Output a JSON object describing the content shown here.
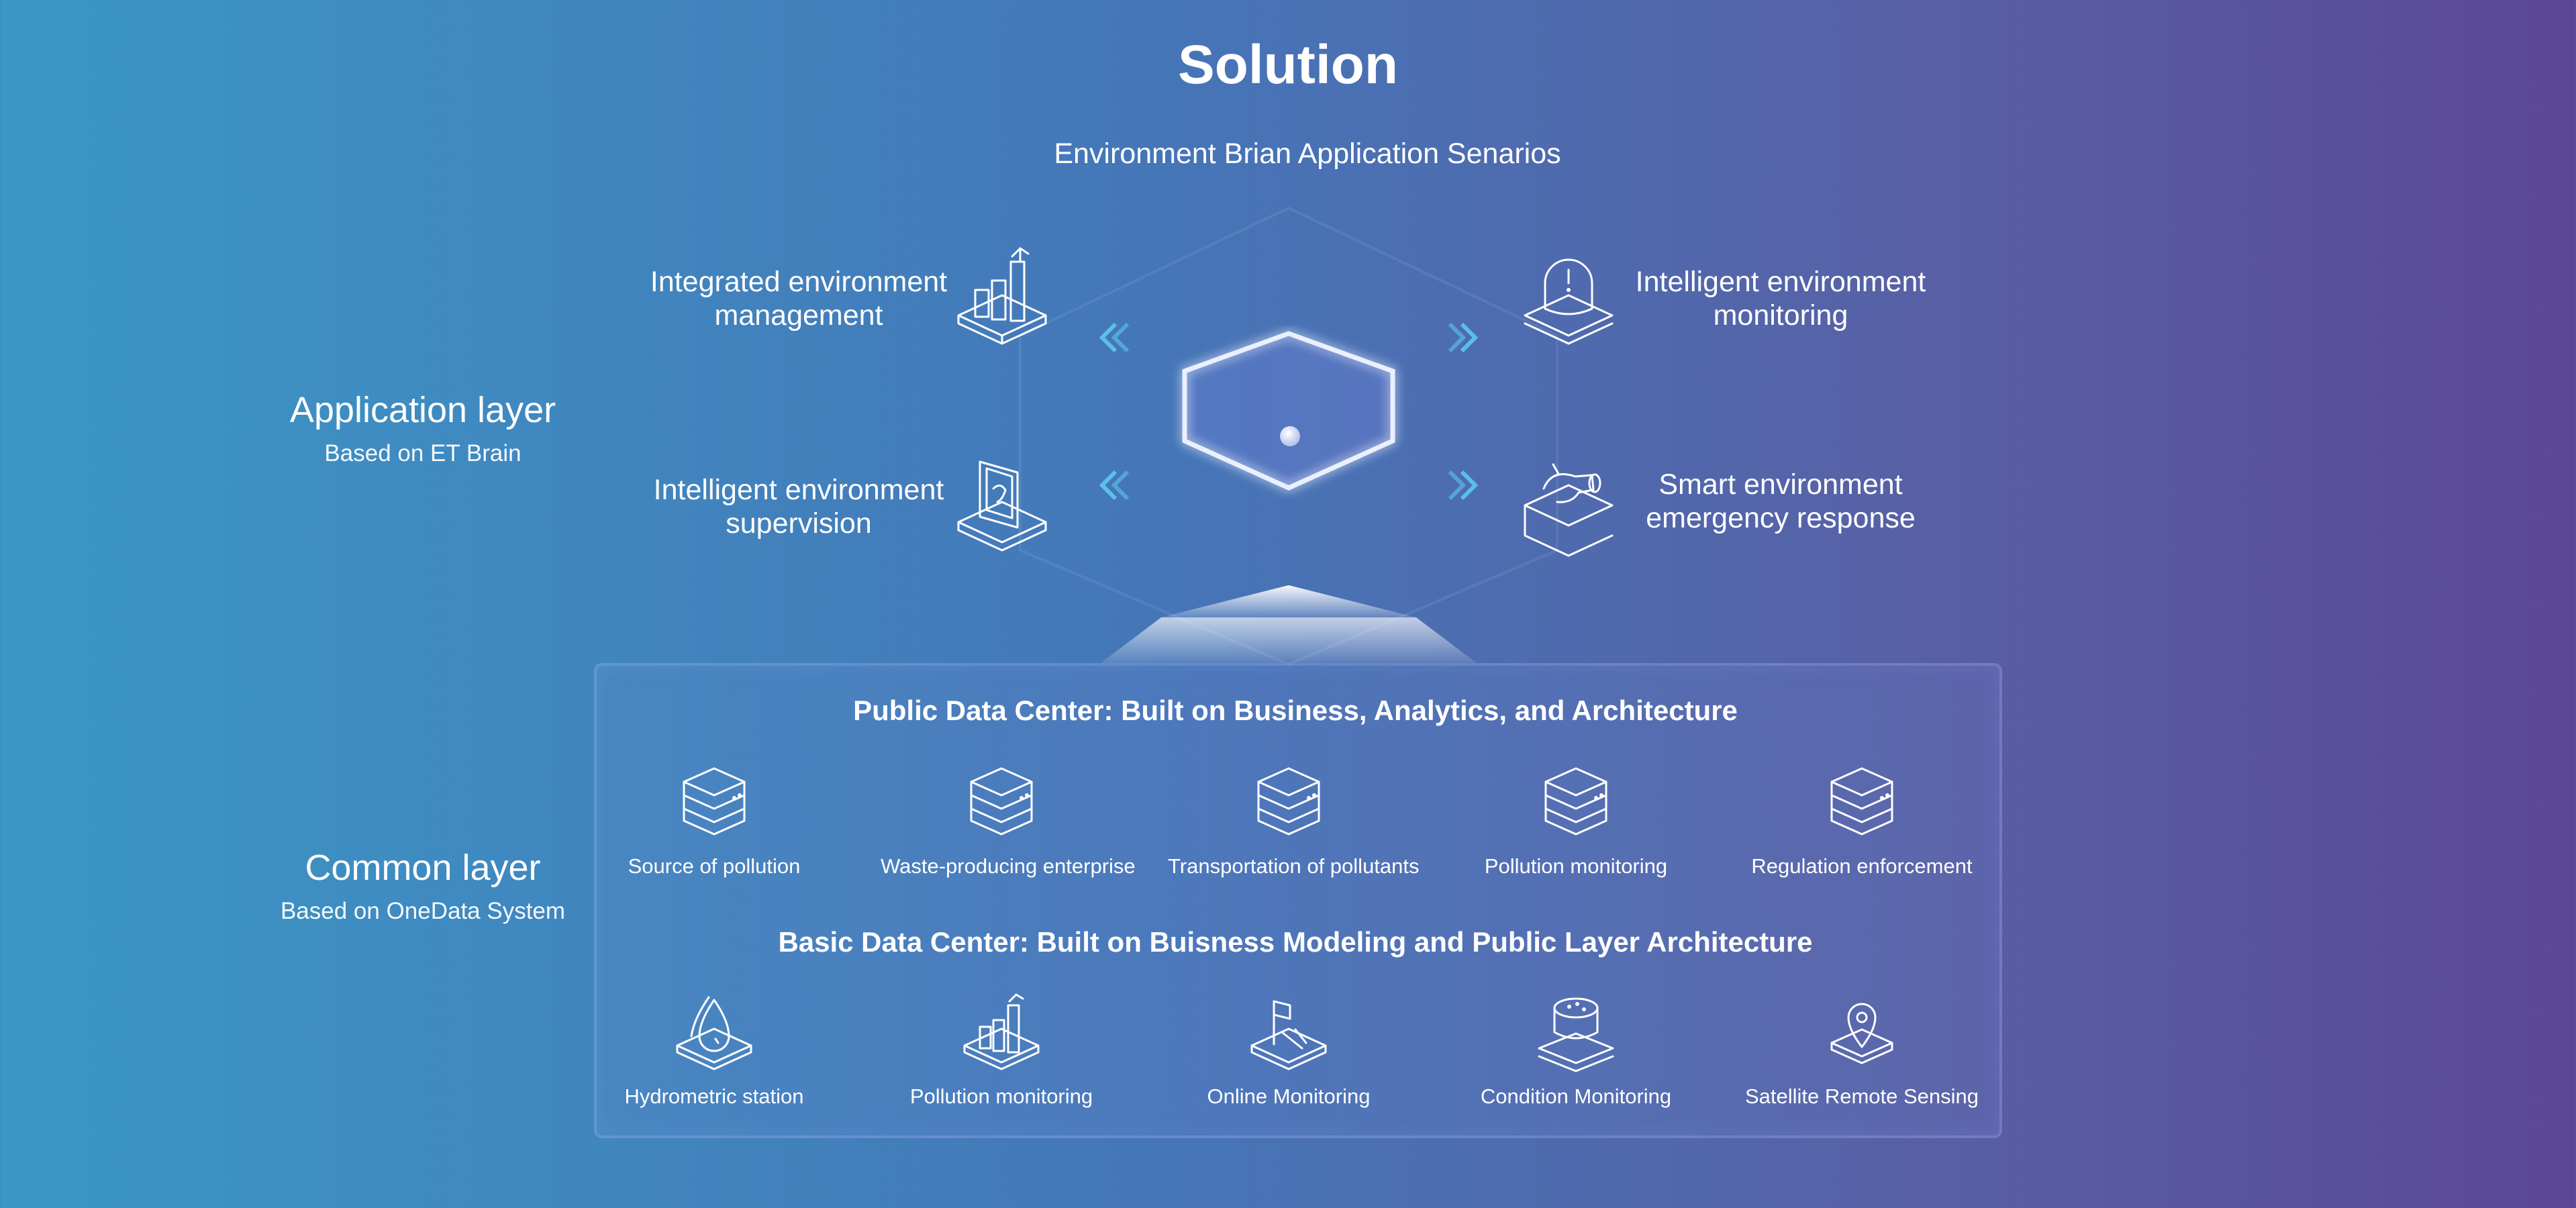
{
  "header": {
    "title": "Solution",
    "subtitle": "Environment Brian Application Senarios"
  },
  "layers": {
    "application": {
      "title": "Application layer",
      "subtitle": "Based on ET Brain"
    },
    "common": {
      "title": "Common layer",
      "subtitle": "Based on OneData System"
    }
  },
  "scenarios": [
    {
      "label_line1": "Integrated environment",
      "label_line2": "management",
      "icon": "bar-chart-icon"
    },
    {
      "label_line1": "Intelligent environment",
      "label_line2": "monitoring",
      "icon": "alarm-light-icon"
    },
    {
      "label_line1": "Intelligent environment",
      "label_line2": "supervision",
      "icon": "document-panel-icon"
    },
    {
      "label_line1": "Smart environment",
      "label_line2": "emergency response",
      "icon": "pipe-valve-icon"
    }
  ],
  "public_data_center": {
    "title": "Public Data Center: Built on Business, Analytics, and Architecture",
    "items": [
      {
        "label": "Source of pollution",
        "icon": "database-stack-icon"
      },
      {
        "label": "Waste-producing enterprise",
        "icon": "database-stack-icon"
      },
      {
        "label": "Transportation of pollutants",
        "icon": "database-stack-icon"
      },
      {
        "label": "Pollution monitoring",
        "icon": "database-stack-icon"
      },
      {
        "label": "Regulation enforcement",
        "icon": "database-stack-icon"
      }
    ]
  },
  "basic_data_center": {
    "title": "Basic Data Center: Built on Buisness Modeling and Public Layer Architecture",
    "items": [
      {
        "label": "Hydrometric station",
        "icon": "water-drop-icon"
      },
      {
        "label": "Pollution monitoring",
        "icon": "bar-chart-icon"
      },
      {
        "label": "Online Monitoring",
        "icon": "flag-platform-icon"
      },
      {
        "label": "Condition Monitoring",
        "icon": "sensor-device-icon"
      },
      {
        "label": "Satellite Remote Sensing",
        "icon": "location-pin-icon"
      }
    ]
  },
  "colors": {
    "gradient_start": "#3b97c6",
    "gradient_end": "#5b4795",
    "text": "#ffffff",
    "chevron": "#5ec6ee"
  }
}
